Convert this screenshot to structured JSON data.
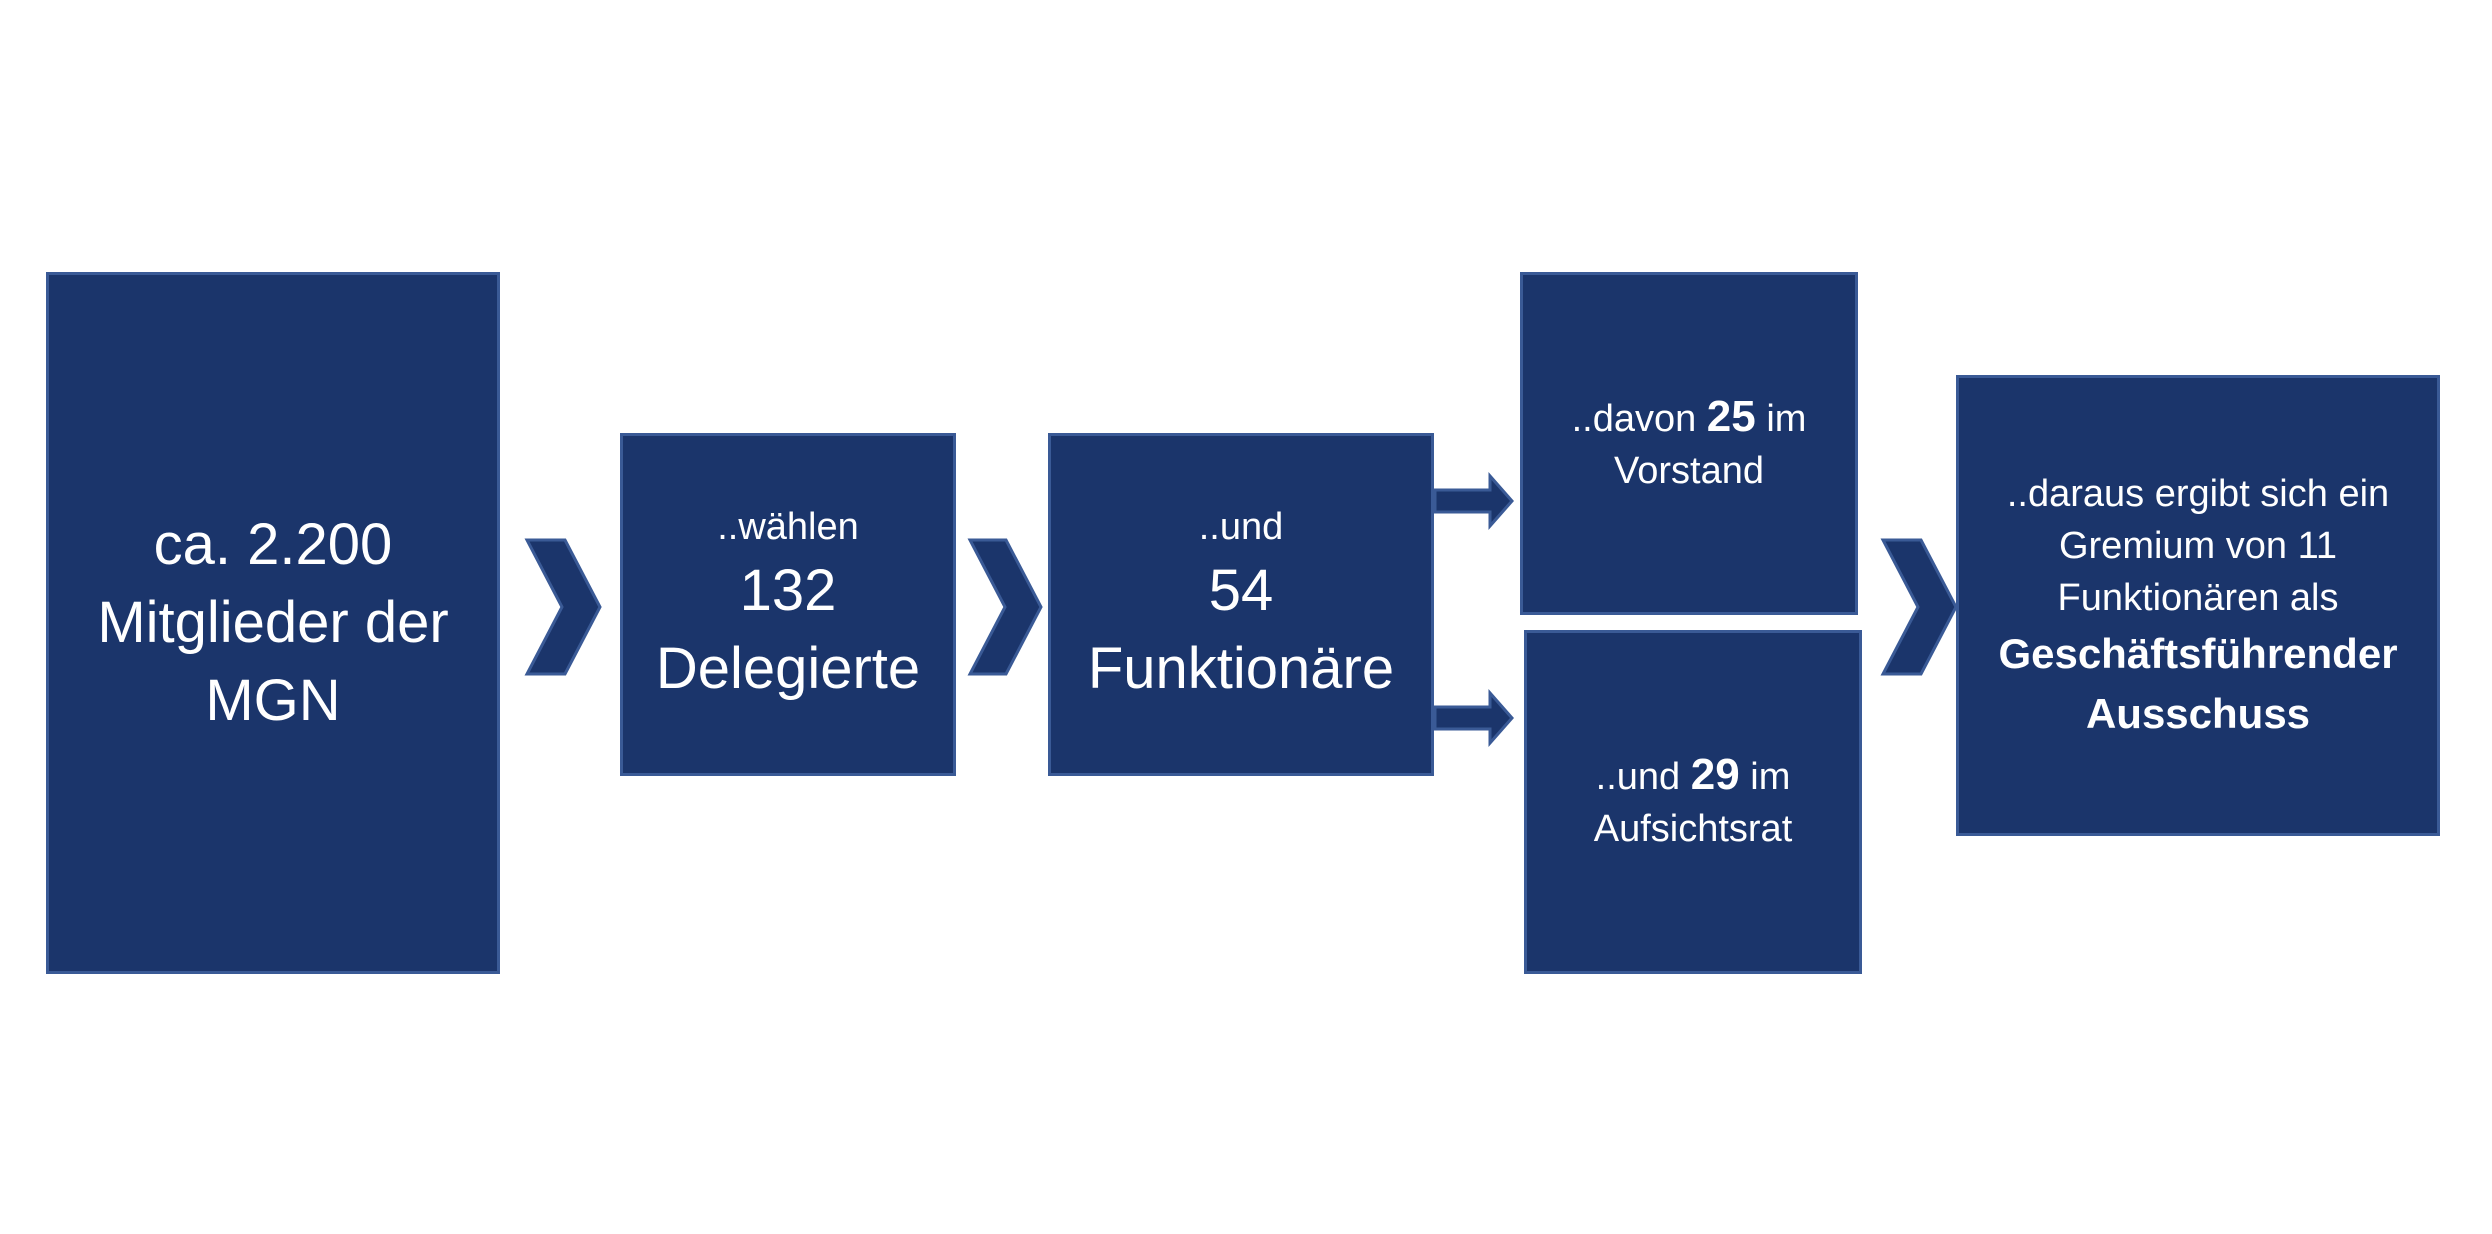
{
  "diagram": {
    "colors": {
      "box_fill": "#1b356b",
      "box_border": "#3a5a96",
      "text": "#ffffff",
      "background": "#ffffff"
    },
    "members": {
      "line1": "ca. 2.200",
      "line2": "Mitglieder der",
      "line3": "MGN"
    },
    "delegates": {
      "intro": "..wählen",
      "count": "132",
      "label": "Delegierte"
    },
    "officials": {
      "intro": "..und",
      "count": "54",
      "label": "Funktionäre"
    },
    "board": {
      "prefix": "..davon",
      "count": "25",
      "suffix": "im",
      "label": "Vorstand"
    },
    "supervisory": {
      "prefix": "..und",
      "count": "29",
      "suffix": "im",
      "label": "Aufsichtsrat"
    },
    "committee": {
      "line1": "..daraus ergibt sich ein",
      "line2": "Gremium von 11",
      "line3": "Funktionären als",
      "title1": "Geschäftsführender",
      "title2": "Ausschuss"
    }
  }
}
